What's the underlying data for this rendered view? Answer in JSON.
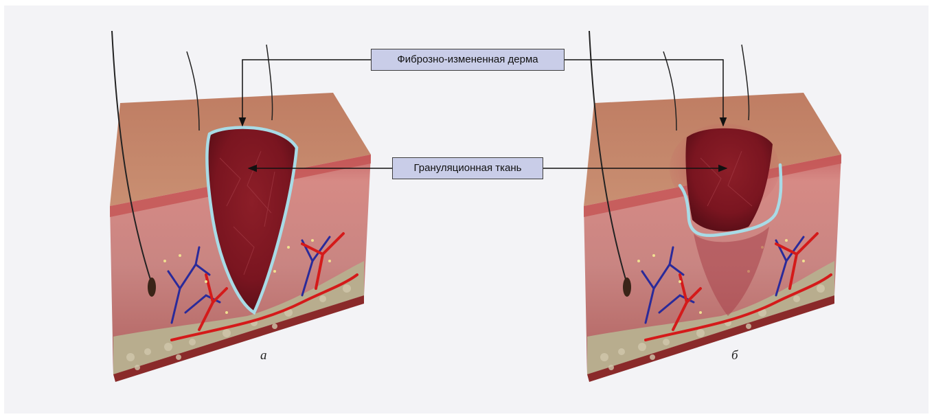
{
  "labels": {
    "fibrous_dermis": "Фиброзно-измененная дерма",
    "granulation_tissue": "Грануляционная ткань"
  },
  "panels": [
    {
      "id": "a",
      "letter": "а"
    },
    {
      "id": "b",
      "letter": "б"
    }
  ],
  "colors": {
    "panel_background": "#f3f3f6",
    "callout_fill": "#c9cde8",
    "outline": "#a8dbe6",
    "epidermis_top": "#c8876a",
    "wound_tissue": "#7a1520",
    "artery": "#d41a1a",
    "vein": "#2a2a9a",
    "subcutis": "#b8ad8e"
  },
  "icons": [
    "hair-shaft-icon",
    "hair-follicle-icon",
    "arrow-head-icon"
  ]
}
